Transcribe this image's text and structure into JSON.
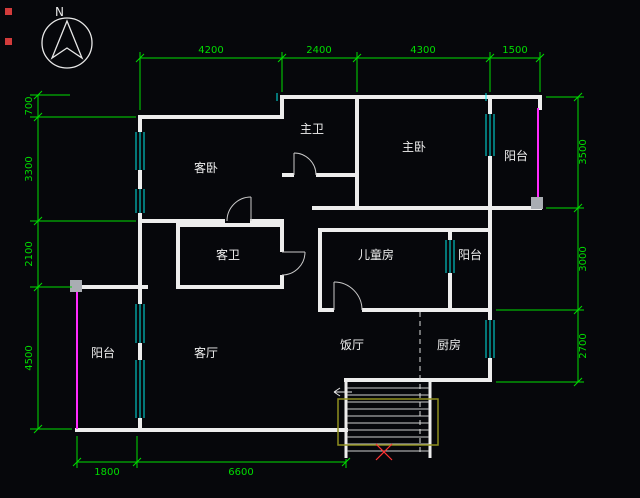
{
  "meta": {
    "background": "#06070b",
    "wall_color": "#ededed",
    "dimension_color": "#00dc00",
    "window_color": "#00e5e5",
    "balcony_rail_color": "#ff2bff",
    "stair_rail_color": "#8f8f1f",
    "marker_color": "#d23b3b",
    "column_color": "#a9adb3"
  },
  "compass": {
    "label": "N"
  },
  "rooms": [
    {
      "id": "guest-bedroom",
      "label": "客卧"
    },
    {
      "id": "master-bath",
      "label": "主卫"
    },
    {
      "id": "master-bedroom",
      "label": "主卧"
    },
    {
      "id": "balcony-right",
      "label": "阳台"
    },
    {
      "id": "guest-bath",
      "label": "客卫"
    },
    {
      "id": "kids-room",
      "label": "儿童房"
    },
    {
      "id": "balcony-mid",
      "label": "阳台"
    },
    {
      "id": "living-room",
      "label": "客厅"
    },
    {
      "id": "balcony-left",
      "label": "阳台"
    },
    {
      "id": "dining-room",
      "label": "饭厅"
    },
    {
      "id": "kitchen",
      "label": "厨房"
    }
  ],
  "dimensions": {
    "top": [
      "4200",
      "2400",
      "4300",
      "1500"
    ],
    "left": [
      "700",
      "3300",
      "2100",
      "4500"
    ],
    "right": [
      "3500",
      "3000",
      "2700"
    ],
    "bottom": [
      "1800",
      "6600"
    ]
  }
}
